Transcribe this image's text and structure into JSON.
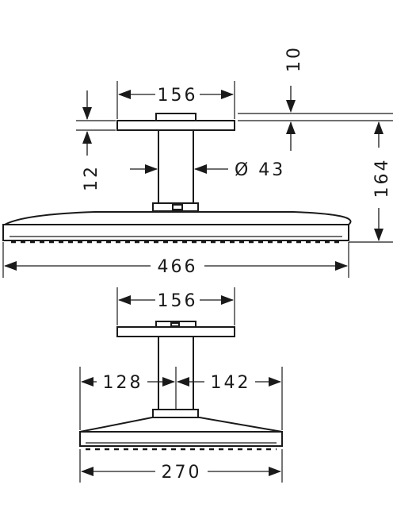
{
  "front_view": {
    "dimensions": {
      "plate_width": "156",
      "plate_thickness": "10",
      "arm_gap": "12",
      "arm_diameter": "Ø 43",
      "overall_height": "164",
      "overall_width": "466"
    }
  },
  "side_view": {
    "dimensions": {
      "plate_width": "156",
      "left_offset": "128",
      "right_offset": "142",
      "head_depth": "270"
    }
  }
}
